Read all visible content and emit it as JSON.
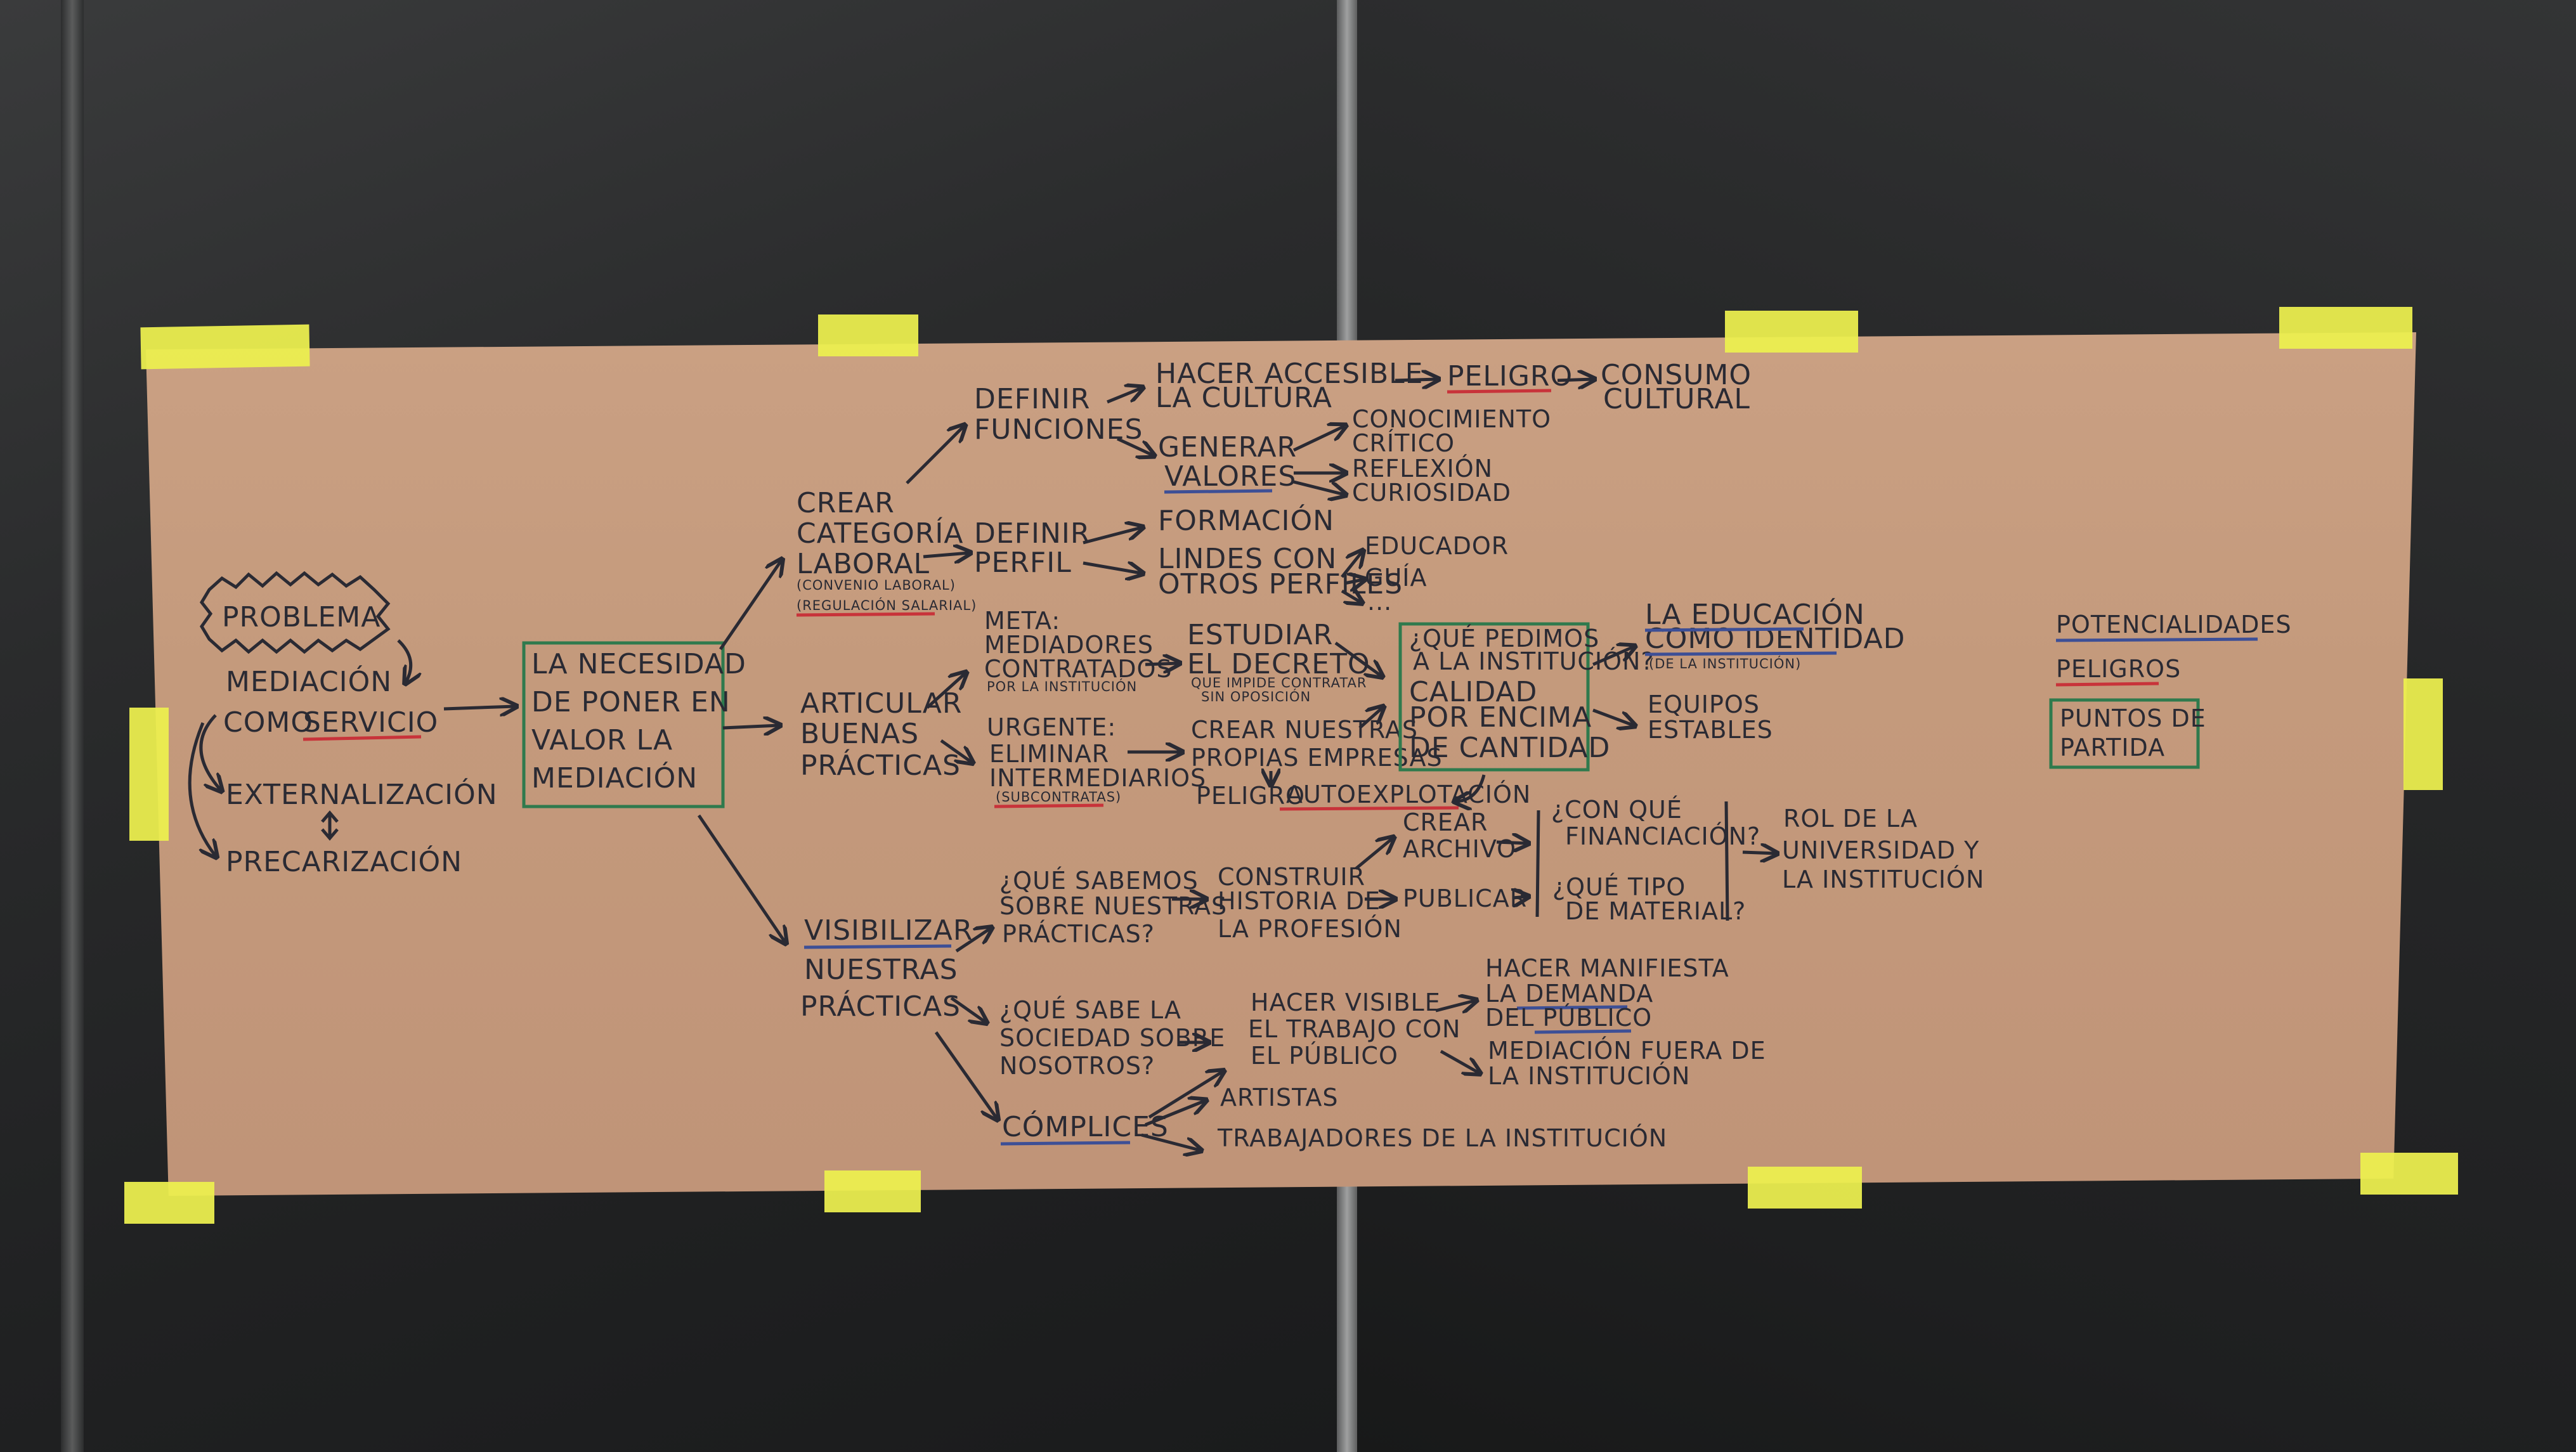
{
  "colors": {
    "paper": "#c49a7c",
    "ink": "#2a2a33",
    "tape": "#ecef4f",
    "underline_red": "#c8333a",
    "underline_blue": "#3d4f96",
    "box_green": "#2f7a4d"
  },
  "problem": {
    "title": "PROBLEMA",
    "line1": "MEDIACIÓN",
    "line2a": "COMO",
    "line2b": "SERVICIO",
    "branch1": "EXTERNALIZACIÓN",
    "branch2": "PRECARIZACIÓN"
  },
  "center": [
    "LA NECESIDAD",
    "DE PONER EN",
    "VALOR LA",
    "MEDIACIÓN"
  ],
  "crear": {
    "label": [
      "CREAR",
      "CATEGORÍA",
      "LABORAL"
    ],
    "note1": "(CONVENIO LABORAL)",
    "note2": "(REGULACIÓN SALARIAL)",
    "definir_funciones": [
      "DEFINIR",
      "FUNCIONES"
    ],
    "hacer_accesible": [
      "HACER ACCESIBLE",
      "LA CULTURA"
    ],
    "peligro": "PELIGRO",
    "consumo": [
      "CONSUMO",
      "CULTURAL"
    ],
    "generar": [
      "GENERAR",
      "VALORES"
    ],
    "valores_list": [
      "CONOCIMIENTO",
      "CRÍTICO",
      "REFLEXIÓN",
      "CURIOSIDAD"
    ],
    "definir_perfil": [
      "DEFINIR",
      "PERFIL"
    ],
    "formacion": "FORMACIÓN",
    "lindes": [
      "LINDES CON",
      "OTROS PERFILES"
    ],
    "perfiles_list": [
      "EDUCADOR",
      "GUÍA",
      "..."
    ]
  },
  "articular": {
    "label": [
      "ARTICULAR",
      "BUENAS",
      "PRÁCTICAS"
    ],
    "meta": [
      "META:",
      "MEDIADORES",
      "CONTRATADOS"
    ],
    "meta_note": "POR LA INSTITUCIÓN",
    "estudiar": [
      "ESTUDIAR",
      "EL DECRETO"
    ],
    "estudiar_note": [
      "QUE IMPIDE CONTRATAR",
      "SIN OPOSICIÓN"
    ],
    "urgente": [
      "URGENTE:",
      "ELIMINAR",
      "INTERMEDIARIOS"
    ],
    "urgente_note": "(SUBCONTRATAS)",
    "crear_empresas": [
      "CREAR NUESTRAS",
      "PROPIAS EMPRESAS"
    ],
    "peligro_auto_a": "PELIGRO",
    "peligro_auto_b": "AUTOEXPLOTACIÓN",
    "pedimos": [
      "¿QUÉ PEDIMOS",
      "A LA INSTITUCIÓN?"
    ],
    "calidad": [
      "CALIDAD",
      "POR ENCIMA",
      "DE CANTIDAD"
    ],
    "educacion": [
      "LA EDUCACIÓN",
      "COMO IDENTIDAD"
    ],
    "educacion_note": "(DE LA INSTITUCIÓN)",
    "equipos": [
      "EQUIPOS",
      "ESTABLES"
    ]
  },
  "visibilizar": {
    "label": [
      "VISIBILIZAR",
      "NUESTRAS",
      "PRÁCTICAS"
    ],
    "sabemos": [
      "¿QUÉ SABEMOS",
      "SOBRE NUESTRAS",
      "PRÁCTICAS?"
    ],
    "construir": [
      "CONSTRUIR",
      "HISTORIA DE",
      "LA PROFESIÓN"
    ],
    "crear_archivo": [
      "CREAR",
      "ARCHIVO"
    ],
    "publicar": "PUBLICAR",
    "financiacion": [
      "¿CON QUÉ",
      "FINANCIACIÓN?"
    ],
    "material": [
      "¿QUÉ TIPO",
      "DE MATERIAL?"
    ],
    "rol": [
      "ROL DE LA",
      "UNIVERSIDAD Y",
      "LA INSTITUCIÓN"
    ],
    "sabe_sociedad": [
      "¿QUÉ SABE LA",
      "SOCIEDAD SOBRE",
      "NOSOTROS?"
    ],
    "hacer_visible": [
      "HACER VISIBLE",
      "EL TRABAJO CON",
      "EL PÚBLICO"
    ],
    "manifiesta": [
      "HACER MANIFIESTA",
      "LA DEMANDA",
      "DEL PÚBLICO"
    ],
    "fuera": [
      "MEDIACIÓN FUERA DE",
      "LA INSTITUCIÓN"
    ],
    "complices": "CÓMPLICES",
    "artistas": "ARTISTAS",
    "trabajadores": "TRABAJADORES DE LA INSTITUCIÓN"
  },
  "legend": {
    "potencialidades": "POTENCIALIDADES",
    "peligros": "PELIGROS",
    "puntos": [
      "PUNTOS DE",
      "PARTIDA"
    ]
  }
}
